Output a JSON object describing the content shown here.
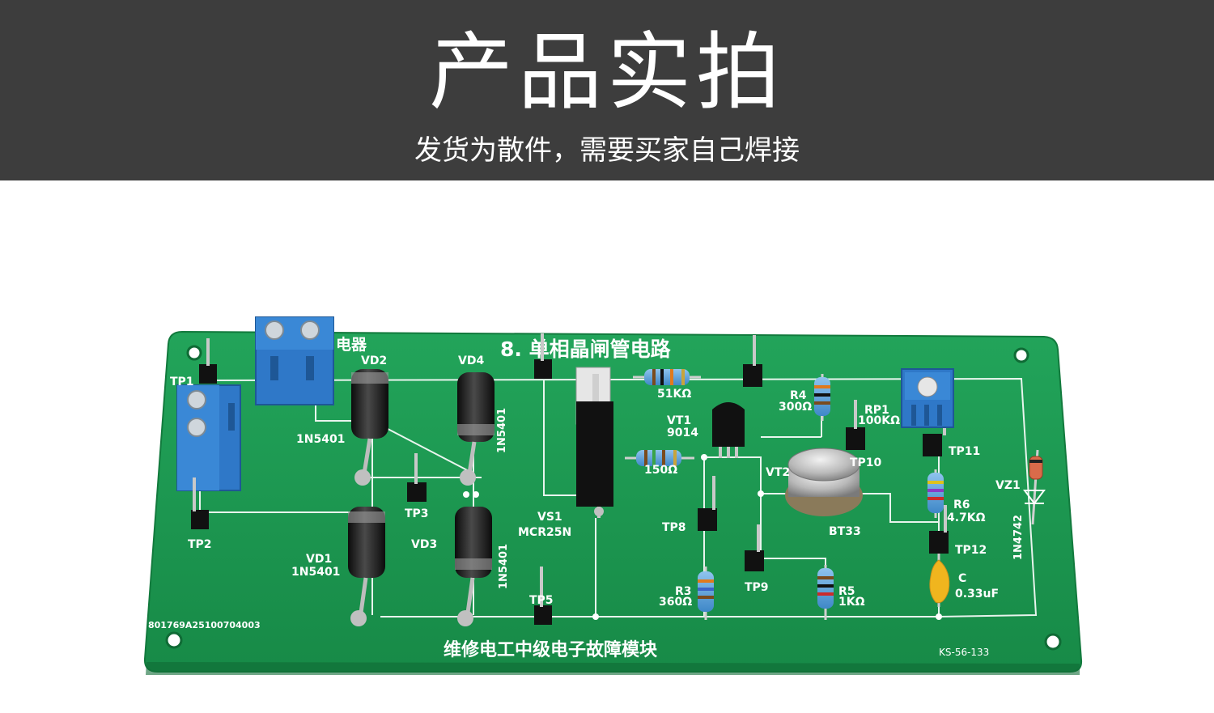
{
  "banner": {
    "title": "产品实拍",
    "subtitle": "发货为散件，需要买家自己焊接"
  },
  "board": {
    "title": "8. 单相晶闸管电路",
    "footer": "维修电工中级电子故障模块",
    "serial": "801769A25100704003",
    "model": "KS-56-133",
    "relay_label_fragment": "电器",
    "labels": {
      "tp1": "TP1",
      "tp2": "TP2",
      "tp3": "TP3",
      "tp5": "TP5",
      "tp8": "TP8",
      "tp9": "TP9",
      "tp10": "TP10",
      "tp11": "TP11",
      "tp12": "TP12",
      "vd1": "VD1",
      "vd1_part": "1N5401",
      "vd2": "VD2",
      "vd2_part": "1N5401",
      "vd3": "VD3",
      "vd3_part": "1N5401",
      "vd4": "VD4",
      "vd4_part": "1N5401",
      "vs1": "VS1",
      "vs1_part": "MCR25N",
      "r1_value": "51KΩ",
      "r2_value": "150Ω",
      "r3": "R3",
      "r3_value": "360Ω",
      "r4": "R4",
      "r4_value": "300Ω",
      "r5": "R5",
      "r5_value": "1KΩ",
      "r6": "R6",
      "r6_value": "4.7KΩ",
      "rp1": "RP1",
      "rp1_value": "100KΩ",
      "vt1": "VT1",
      "vt1_part": "9014",
      "vt2": "VT2",
      "vt2_part": "BT33",
      "c": "C",
      "c_value": "0.33uF",
      "vz1": "VZ1",
      "vz1_part": "1N4742"
    }
  },
  "colors": {
    "banner_bg": "#3d3d3d",
    "pcb_green": "#1f9a52",
    "terminal_blue": "#2f78c8",
    "silkscreen": "#ffffff"
  }
}
